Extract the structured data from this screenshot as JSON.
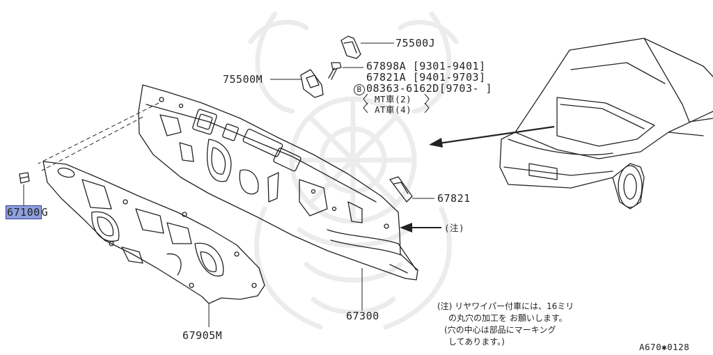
{
  "colors": {
    "line": "#222222",
    "watermark": "#ececec",
    "highlight_fill": "#8fa0de",
    "highlight_border": "#2d3f9a"
  },
  "labels": {
    "p75500j": "75500J",
    "p67898a": "67898A [9301-9401]",
    "p67821a": "67821A [9401-9703]",
    "b_mark": "B",
    "p08363": "08363-6162D[9703-    ]",
    "mt": "MT車(2)",
    "at": "AT車(4)",
    "p75500m": "75500M",
    "p67821": "67821",
    "chu": "(注)",
    "p67100_hl": "67100",
    "p67100_suffix": "G",
    "p67300": "67300",
    "p67905m": "67905M",
    "code": "A670✱0128"
  },
  "note": {
    "line1": "(注) リヤワイパー付車には、16ミリ",
    "line2": "の丸穴の加工を お願いします。",
    "line3": "(穴の中心は部品にマーキング",
    "line4": "してあります。)"
  },
  "icons": [
    "watermark-crest-icon",
    "bolt-icon",
    "clip-icon",
    "car-front-icon",
    "arrow-left-icon"
  ]
}
